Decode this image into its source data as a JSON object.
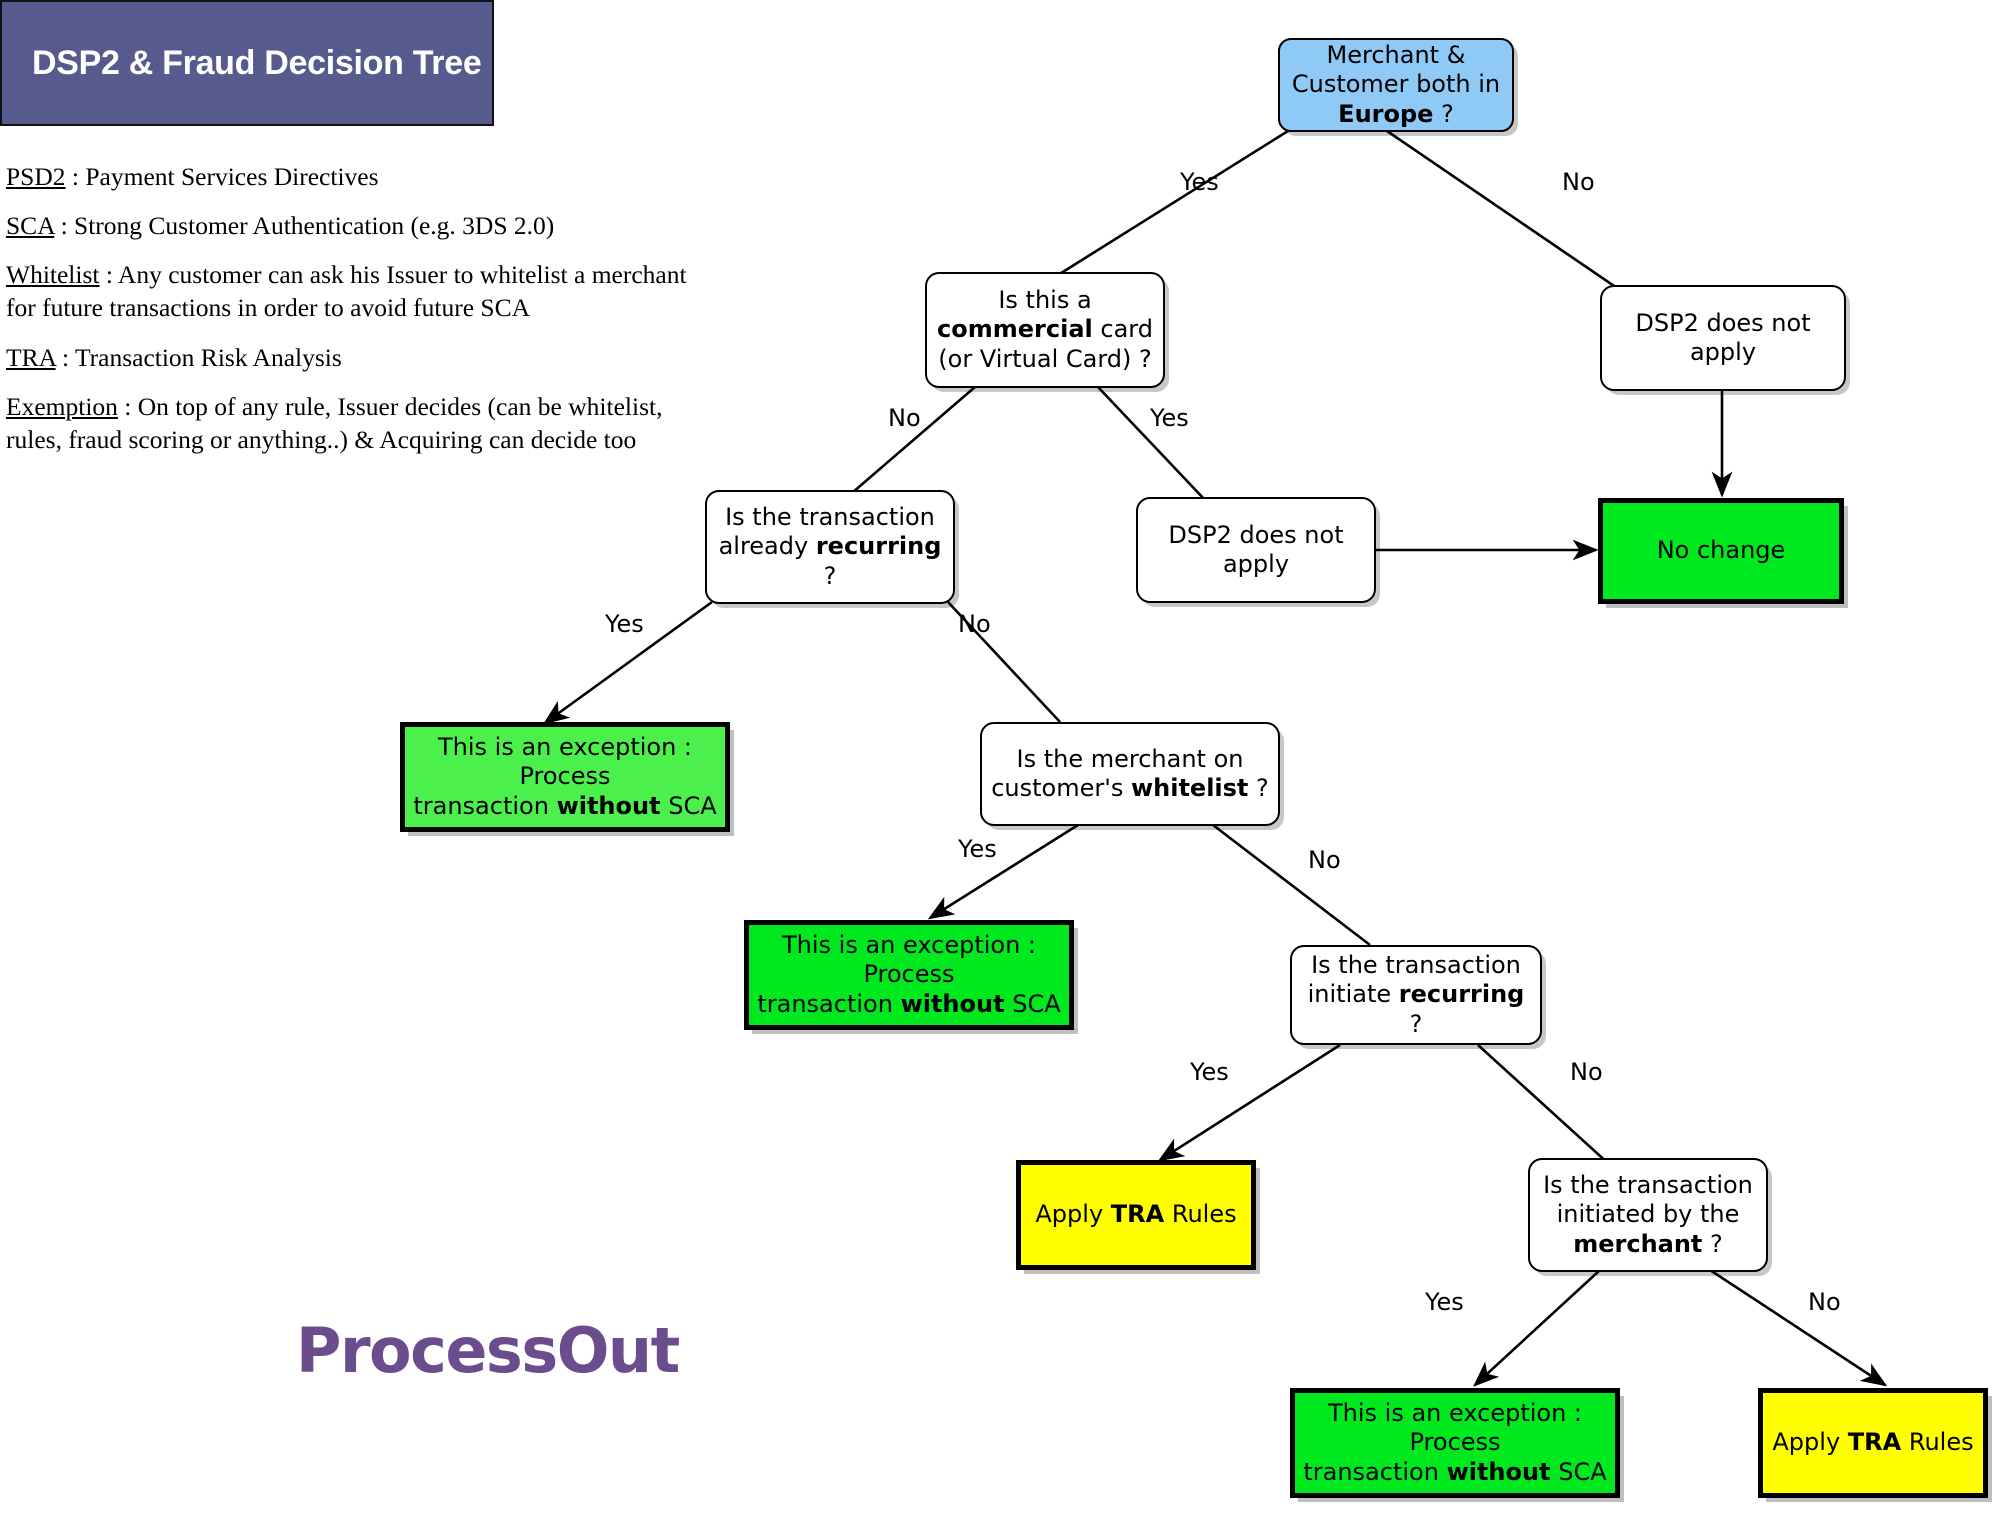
{
  "title": {
    "text": "DSP2 & Fraud Decision Tree",
    "background": "#565a8c",
    "color": "#ffffff"
  },
  "brand": {
    "name": "ProcessOut",
    "color": "#6b4c8c"
  },
  "legend": {
    "entries": [
      {
        "term": "PSD2",
        "definition": " : Payment Services Directives"
      },
      {
        "term": "SCA",
        "definition": " : Strong Customer Authentication (e.g. 3DS 2.0)"
      },
      {
        "term": "Whitelist",
        "definition": " : Any customer can ask his Issuer to whitelist a merchant for future transactions in order to avoid future SCA"
      },
      {
        "term": "TRA",
        "definition": " : Transaction Risk Analysis"
      },
      {
        "term": "Exemption",
        "definition": " : On top of any rule, Issuer decides (can be whitelist, rules, fraud scoring or anything..) & Acquiring can decide too"
      }
    ]
  },
  "palette": {
    "root_fill": "#8fc9f5",
    "exception_fill": "#4cf04c",
    "no_change_fill": "#00e81e",
    "tra_fill": "#ffff00",
    "node_stroke": "#000000"
  },
  "nodes": {
    "root": {
      "line1": "Merchant &",
      "line2": "Customer both in",
      "line3_bold": "Europe",
      "line3_rest": " ?"
    },
    "commercial_card": {
      "line1": "Is this a",
      "line2_bold": "commercial",
      "line2_rest": " card",
      "line3": "(or Virtual Card) ?"
    },
    "dsp2_no_apply_right": {
      "line1": "DSP2 does not",
      "line2": "apply"
    },
    "dsp2_no_apply_mid": {
      "line1": "DSP2 does not",
      "line2": "apply"
    },
    "no_change": {
      "text": "No change"
    },
    "already_recurring": {
      "line1": "Is the transaction",
      "line2_rest": "already ",
      "line2_bold": "recurring",
      "line3": "?"
    },
    "exception_a": {
      "line1": "This is an exception :",
      "line2": "Process",
      "line3_pre": "transaction ",
      "line3_bold": "without",
      "line3_post": " SCA"
    },
    "whitelist": {
      "line1": "Is the merchant on",
      "line2_pre": "customer's ",
      "line2_bold": "whitelist",
      "line2_post": " ?"
    },
    "exception_b": {
      "line1": "This is an exception :",
      "line2": "Process",
      "line3_pre": "transaction ",
      "line3_bold": "without",
      "line3_post": " SCA"
    },
    "initiate_recurring": {
      "line1": "Is the transaction",
      "line2_pre": "initiate ",
      "line2_bold": "recurring",
      "line2_post": " ?"
    },
    "tra_left": {
      "pre": "Apply ",
      "bold": "TRA",
      "post": " Rules"
    },
    "merchant_initiated": {
      "line1": "Is the transaction",
      "line2": "initiated by the",
      "line3_bold": "merchant",
      "line3_post": " ?"
    },
    "exception_c": {
      "line1": "This is an exception :",
      "line2": "Process",
      "line3_pre": "transaction ",
      "line3_bold": "without",
      "line3_post": " SCA"
    },
    "tra_right": {
      "pre": "Apply ",
      "bold": "TRA",
      "post": " Rules"
    }
  },
  "edge_labels": {
    "root_yes": "Yes",
    "root_no": "No",
    "card_no": "No",
    "card_yes": "Yes",
    "recurring_yes": "Yes",
    "recurring_no": "No",
    "whitelist_yes": "Yes",
    "whitelist_no": "No",
    "initiate_yes": "Yes",
    "initiate_no": "No",
    "merchant_yes": "Yes",
    "merchant_no": "No"
  }
}
